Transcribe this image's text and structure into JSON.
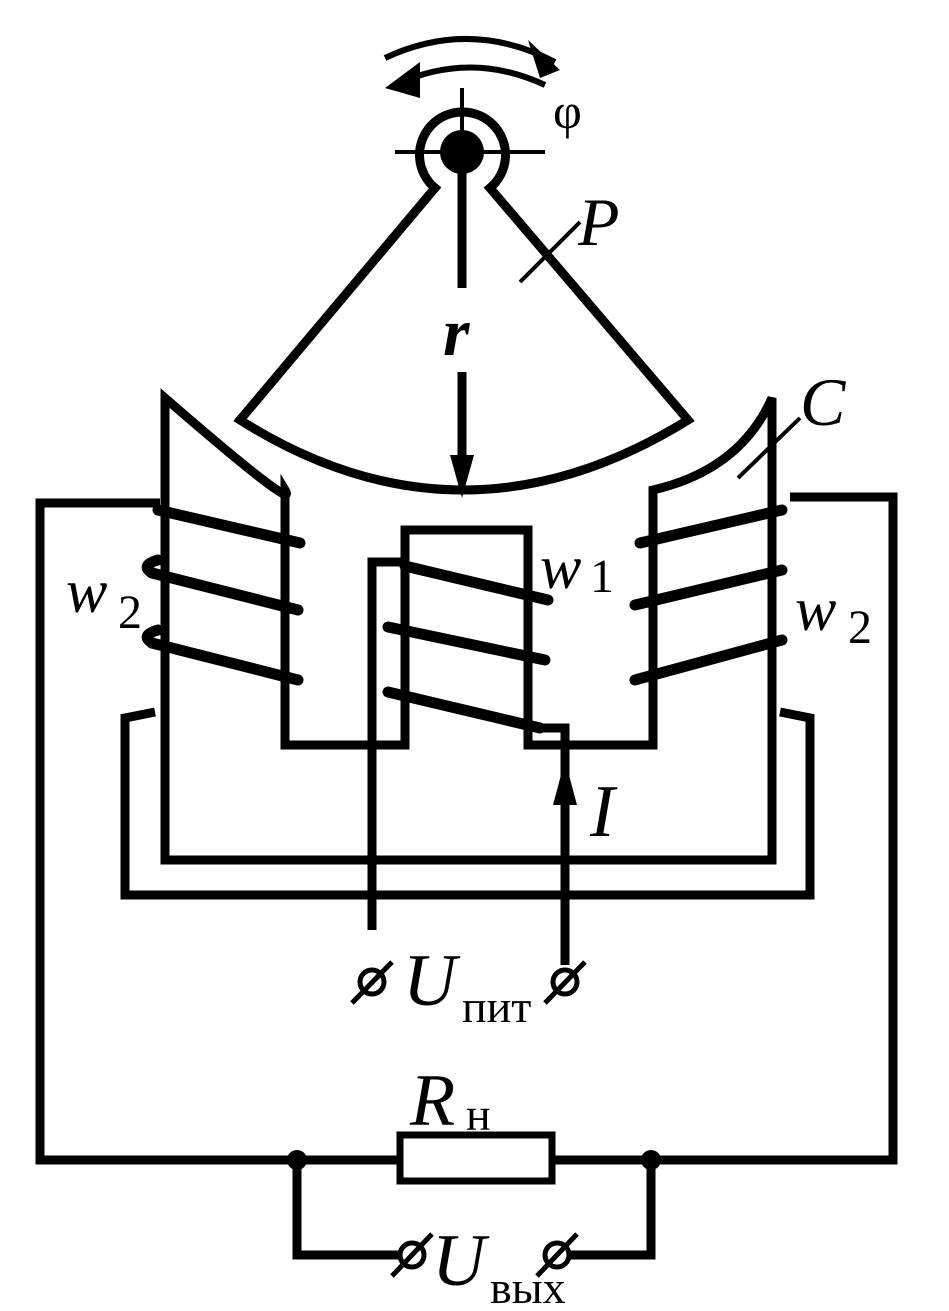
{
  "labels": {
    "phi": "φ",
    "rotor": "P",
    "radius": "r",
    "stator": "C",
    "primary_winding": "w",
    "primary_winding_sub": "1",
    "secondary_winding_left": "w",
    "secondary_winding_left_sub": "2",
    "secondary_winding_right": "w",
    "secondary_winding_right_sub": "2",
    "current": "I",
    "supply_voltage": "U",
    "supply_voltage_sub": "пит",
    "load_resistor": "R",
    "load_resistor_sub": "н",
    "output_voltage": "U",
    "output_voltage_sub": "вых"
  },
  "colors": {
    "ink": "#000000",
    "background": "#ffffff"
  }
}
